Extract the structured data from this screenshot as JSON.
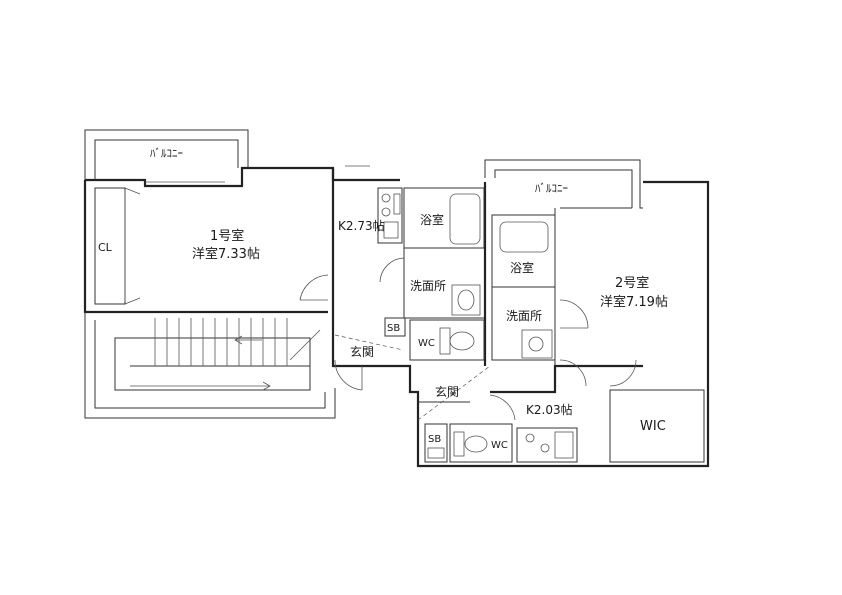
{
  "labels": {
    "balcony_left": "ﾊﾞﾙｺﾆｰ",
    "balcony_right": "ﾊﾞﾙｺﾆｰ",
    "closet": "CL",
    "room1_name": "1号室",
    "room1_size": "洋室7.33帖",
    "kitchen1": "K2.73帖",
    "bath1": "浴室",
    "washroom1": "洗面所",
    "sb1": "SB",
    "wc1": "WC",
    "entrance1": "玄関",
    "bath2": "浴室",
    "washroom2": "洗面所",
    "room2_name": "2号室",
    "room2_size": "洋室7.19帖",
    "entrance2": "玄関",
    "kitchen2": "K2.03帖",
    "sb2": "SB",
    "wc2": "WC",
    "wic": "WIC"
  },
  "colors": {
    "wall": "#222222",
    "line": "#555555",
    "background": "#ffffff"
  }
}
